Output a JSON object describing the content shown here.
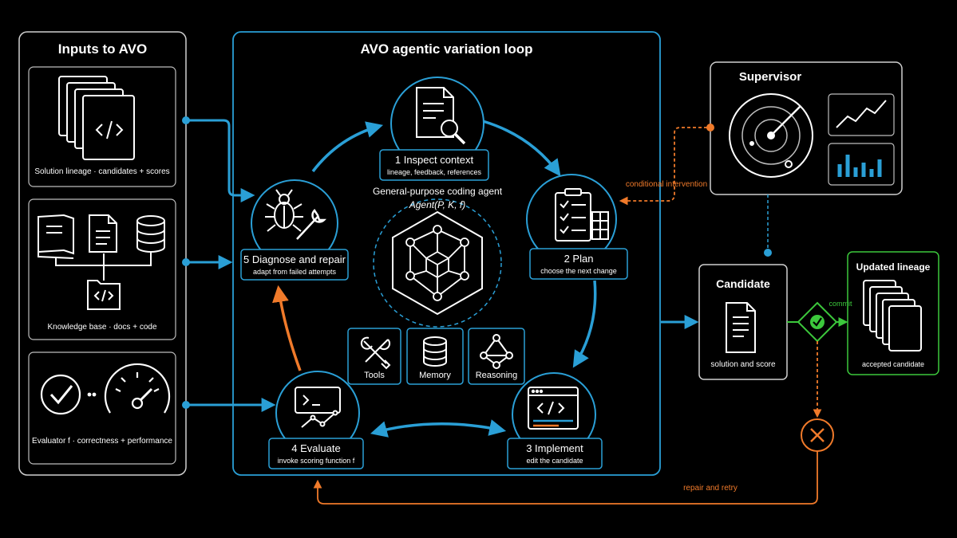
{
  "colors": {
    "blue": "#2a9fd6",
    "orange": "#f07a2a",
    "green": "#3cc83c",
    "panel_border": "#cfcfcf",
    "background": "#000000"
  },
  "inputs": {
    "title": "Inputs to AVO",
    "solution_lineage": {
      "caption": "Solution lineage · candidates + scores",
      "icon": "stacked-code-documents-icon"
    },
    "knowledge_base": {
      "caption": "Knowledge base · docs + code",
      "icon": "book-doc-database-tree-icon"
    },
    "evaluator": {
      "caption": "Evaluator f · correctness + performance",
      "icon": "check-and-gauge-icon"
    }
  },
  "loop": {
    "title": "AVO agentic variation loop",
    "agent_title": "General-purpose coding agent",
    "agent_signature": "Agent(P, K, f)",
    "steps": [
      {
        "name": "1  Inspect context",
        "sub": "lineage, feedback, references",
        "icon": "document-magnifier-icon"
      },
      {
        "name": "2  Plan",
        "sub": "choose the next change",
        "icon": "clipboard-checklist-icon"
      },
      {
        "name": "3  Implement",
        "sub": "edit the candidate",
        "icon": "code-window-icon"
      },
      {
        "name": "4  Evaluate",
        "sub": "invoke scoring function f",
        "icon": "terminal-chart-icon"
      },
      {
        "name": "5  Diagnose and repair",
        "sub": "adapt from failed attempts",
        "icon": "bug-wrench-icon"
      }
    ],
    "tools": [
      {
        "label": "Tools",
        "icon": "wrench-screwdriver-icon"
      },
      {
        "label": "Memory",
        "icon": "database-icon"
      },
      {
        "label": "Reasoning",
        "icon": "node-graph-icon"
      }
    ]
  },
  "supervisor": {
    "title": "Supervisor",
    "icon": "radar-and-charts-icon"
  },
  "conditional_intervention": "conditional intervention",
  "candidate": {
    "title": "Candidate",
    "caption": "solution and score",
    "icon": "document-icon"
  },
  "commit": "commit",
  "updated_lineage": {
    "title": "Updated lineage",
    "caption": "accepted candidate",
    "icon": "stacked-pages-icon"
  },
  "repair_and_retry": "repair and retry"
}
